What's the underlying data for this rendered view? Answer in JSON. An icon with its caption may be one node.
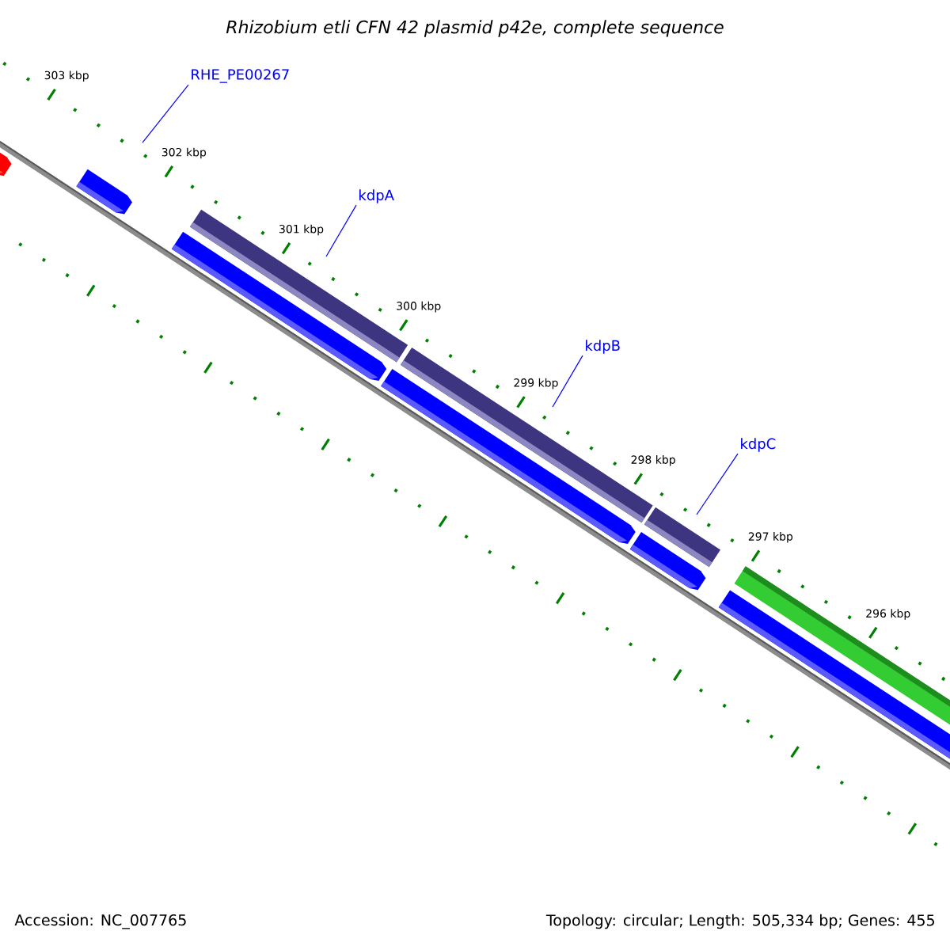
{
  "diagram": {
    "title": "Rhizobium etli CFN 42 plasmid p42e, complete sequence",
    "nodes": [
      {
        "text": [
          "RHE_PE00267"
        ]
      },
      {
        "text": [
          "kdpA"
        ]
      },
      {
        "text": [
          "kdpB"
        ]
      },
      {
        "text": [
          "kdpC"
        ]
      }
    ],
    "edges": [
      {
        "from": 0,
        "to": null,
        "arrow": "none"
      },
      {
        "from": 1,
        "to": null,
        "arrow": "none"
      },
      {
        "from": 2,
        "to": null,
        "arrow": "none"
      },
      {
        "from": 3,
        "to": null,
        "arrow": "none"
      }
    ],
    "labels": [
      "303 kbp",
      "302 kbp",
      "301 kbp",
      "300 kbp",
      "299 kbp",
      "298 kbp",
      "297 kbp",
      "296 kbp",
      "Accession: NC_007765",
      "Topology: circular; Length: 505,334 bp; Genes: 455"
    ]
  }
}
